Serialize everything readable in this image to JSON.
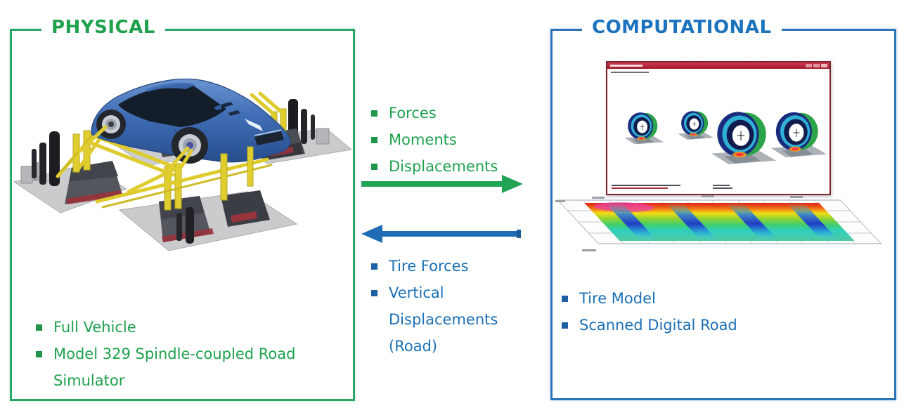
{
  "diagram": {
    "physical": {
      "title": "PHYSICAL",
      "accent_color": "#1fa14e",
      "border_color": "#29a566",
      "bullets": [
        "Full Vehicle",
        "Model 329 Spindle-coupled Road Simulator"
      ],
      "illustration": "blue vehicle mounted on yellow spindle-coupled road simulator rig"
    },
    "computational": {
      "title": "COMPUTATIONAL",
      "accent_color": "#1b73be",
      "border_color": "#2e75b6",
      "bullets": [
        "Tire Model",
        "Scanned Digital Road"
      ],
      "illustration": "simulation window with four tire FEA models above scanned road heightmap",
      "window_titlebar_color": "#c02b44",
      "window_text_legible": false,
      "road_axis_labels_legible": false
    },
    "physical_to_computational": {
      "direction": "right",
      "arrow_color": "#22a455",
      "items": [
        "Forces",
        "Moments",
        "Displacements"
      ]
    },
    "computational_to_physical": {
      "direction": "left",
      "arrow_color": "#1f6cb4",
      "items": [
        "Tire Forces",
        "Vertical Displacements (Road)"
      ]
    }
  }
}
